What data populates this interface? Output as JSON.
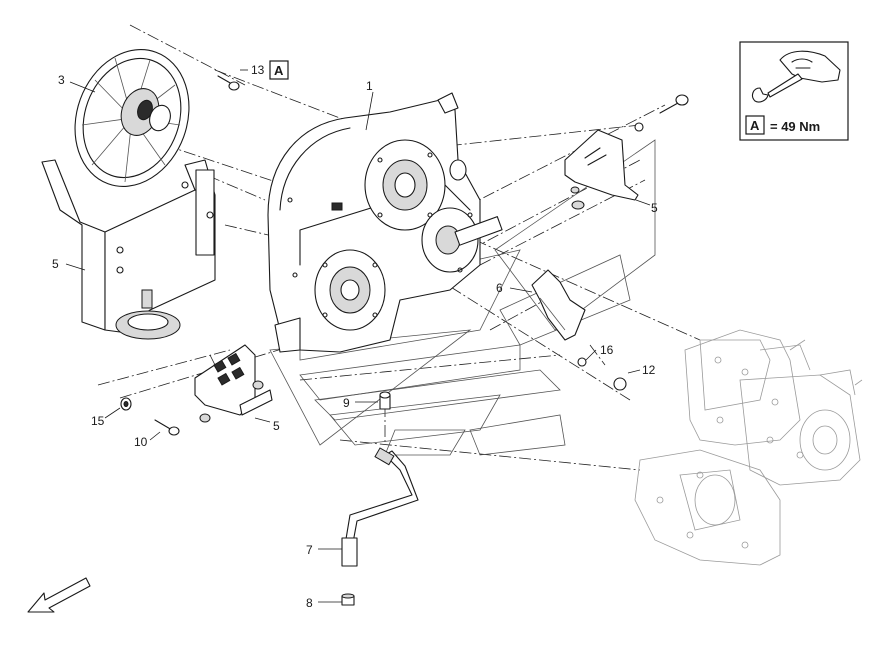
{
  "callouts": {
    "c1": "1",
    "c3": "3",
    "c5a": "5",
    "c5b": "5",
    "c5c": "5",
    "c6": "6",
    "c7": "7",
    "c8": "8",
    "c9": "9",
    "c10": "10",
    "c12": "12",
    "c13": "13",
    "c15": "15",
    "c16": "16"
  },
  "torque_marker": "A",
  "torque_legend": {
    "marker": "A",
    "value": "= 49 Nm",
    "icon": "wrench-hand-icon"
  },
  "orientation_icon": "arrow-front-icon"
}
